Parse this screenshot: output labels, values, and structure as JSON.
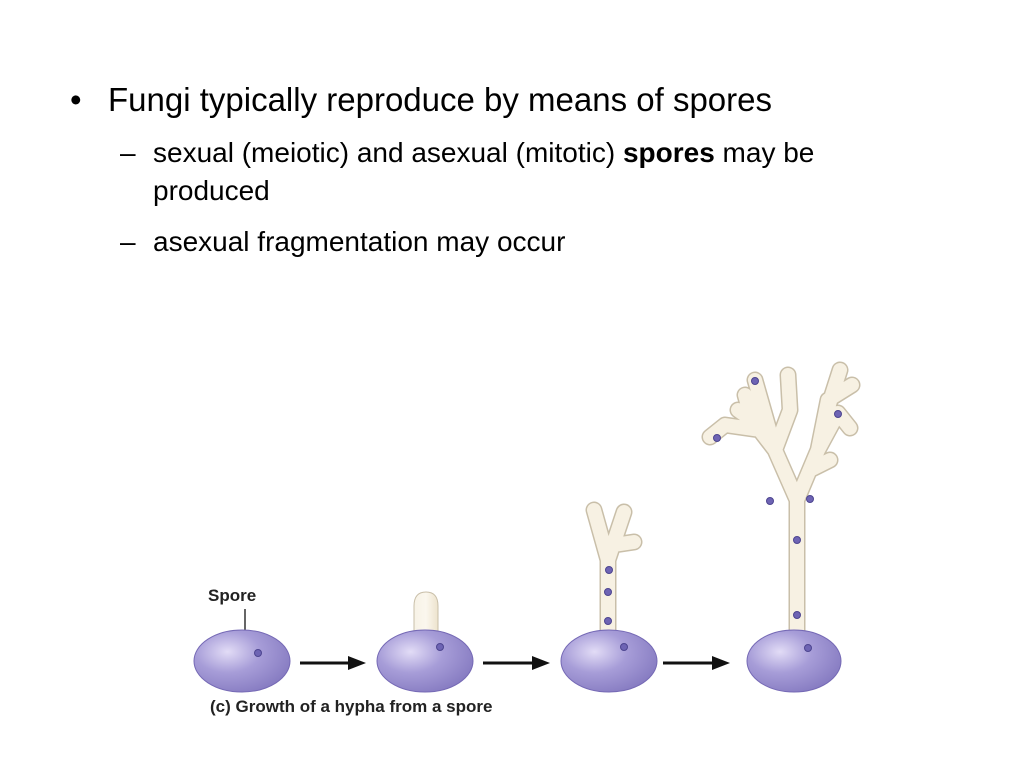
{
  "bullets": {
    "main": "Fungi typically reproduce by means of spores",
    "main_marker": "•",
    "dash_marker": "–",
    "sub1_before": "sexual (meiotic) and asexual (mitotic) ",
    "sub1_bold": "spores",
    "sub1_after": " may be produced",
    "sub2": "asexual fragmentation may occur"
  },
  "figure": {
    "spore_label": "Spore",
    "caption": "(c) Growth of a hypha from a spore"
  },
  "colors": {
    "spore_fill": "#9a8fd0",
    "spore_highlight": "#d8d2f2",
    "hypha_fill": "#f3ecdc",
    "hypha_stroke": "#b8ad98",
    "nucleus_fill": "#6e64b4"
  }
}
